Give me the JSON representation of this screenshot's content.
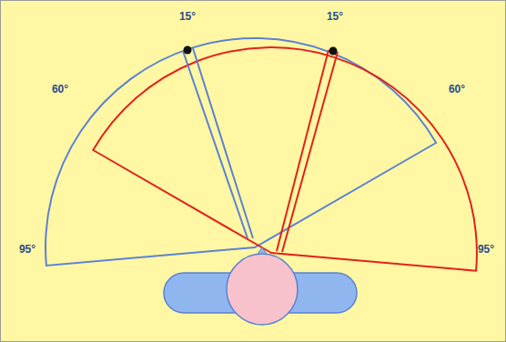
{
  "diagram": {
    "labels": [
      "15°",
      "15°",
      "60°",
      "60°",
      "95°",
      "95°"
    ]
  }
}
